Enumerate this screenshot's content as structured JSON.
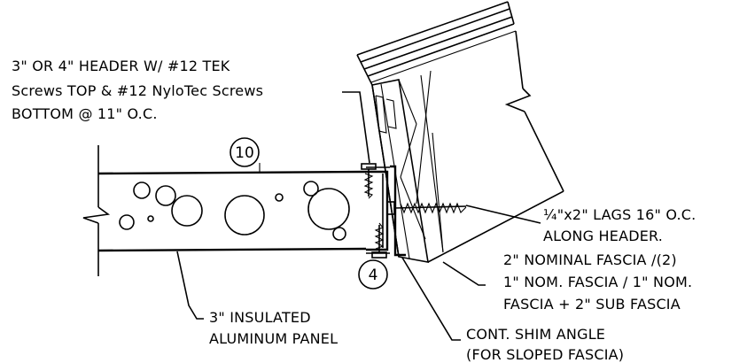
{
  "notes": {
    "header": [
      "3\" OR 4\"  HEADER W/ #12 TEK",
      "Screws TOP & #12 NyloTec Screws",
      "BOTTOM @ 11\" O.C."
    ],
    "lags": [
      "¼\"x2\" LAGS 16\" O.C.",
      "ALONG HEADER."
    ],
    "fascia": [
      "2\" NOMINAL FASCIA /(2)",
      "1\" NOM. FASCIA / 1\" NOM.",
      "FASCIA + 2\" SUB FASCIA"
    ],
    "panel": [
      "3\" INSULATED",
      "ALUMINUM PANEL"
    ],
    "shim": [
      "CONT. SHIM ANGLE",
      "(FOR SLOPED FASCIA)"
    ]
  },
  "callouts": {
    "panel_tag": "10",
    "header_tag": "4"
  }
}
